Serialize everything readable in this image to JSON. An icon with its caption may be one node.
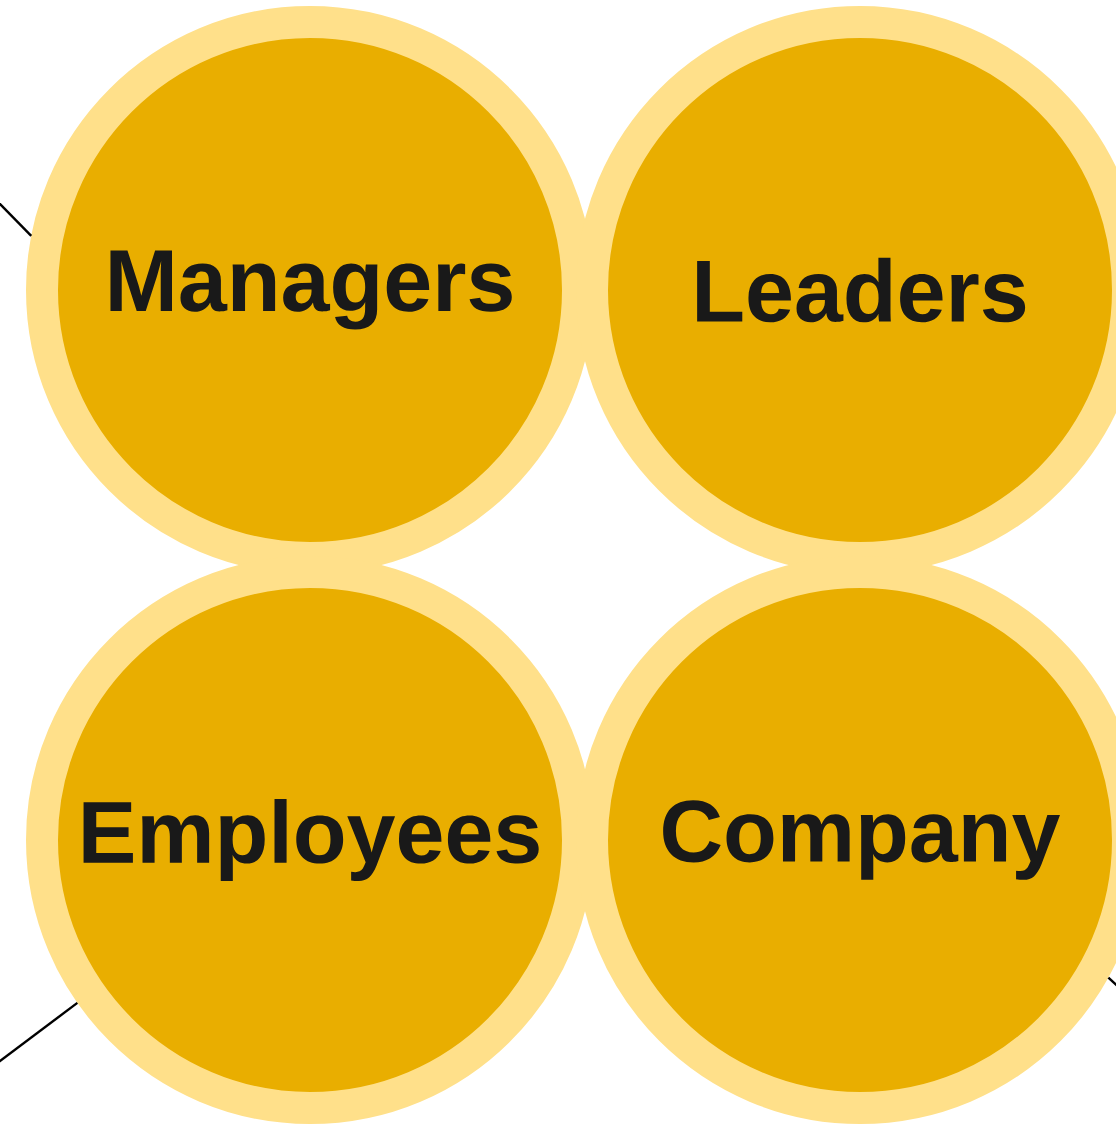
{
  "diagram": {
    "nodes": [
      {
        "text": [
          "Managers"
        ]
      },
      {
        "text": [
          "Leaders"
        ]
      },
      {
        "text": [
          "Employees"
        ]
      },
      {
        "text": [
          "Company"
        ]
      }
    ],
    "edges": [
      {
        "from": null,
        "to": 0,
        "arrow": "none"
      },
      {
        "from": null,
        "to": 2,
        "arrow": "none"
      },
      {
        "from": null,
        "to": 3,
        "arrow": "none"
      }
    ]
  }
}
